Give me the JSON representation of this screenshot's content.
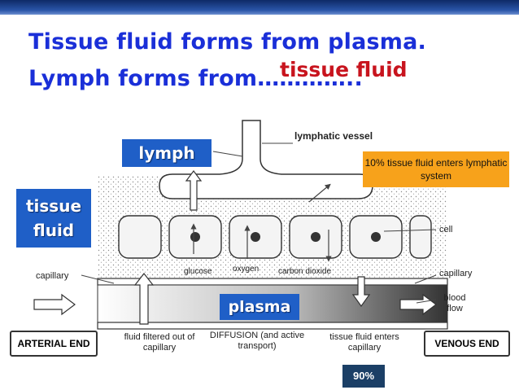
{
  "slide": {
    "title_line1": "Tissue fluid forms from plasma.",
    "title_line2": "Lymph forms from…………..",
    "answer": "tissue fluid"
  },
  "callouts": {
    "lymph": "lymph",
    "tissue_fluid": "tissue fluid",
    "plasma": "plasma",
    "percent_enters_lymph": "10% tissue fluid enters lymphatic system",
    "percent_returns": "90%"
  },
  "diagram_labels": {
    "lymphatic_vessel": "lymphatic vessel",
    "cell": "cell",
    "capillary_left": "capillary",
    "capillary_right": "capillary",
    "glucose": "glucose",
    "oxygen": "oxygen",
    "carbon_dioxide": "carbon dioxide",
    "blood_flow": "blood flow",
    "arterial_end": "ARTERIAL END",
    "venous_end": "VENOUS END",
    "fluid_filtered": "fluid filtered out of capillary",
    "diffusion": "DIFFUSION (and active transport)",
    "tissue_fluid_enters": "tissue fluid enters capillary"
  },
  "colors": {
    "title_blue": "#1a2fd8",
    "answer_red": "#c8141e",
    "callout_blue": "#1f5fc7",
    "callout_orange": "#f7a21b",
    "percent_navy": "#1b3f66"
  }
}
